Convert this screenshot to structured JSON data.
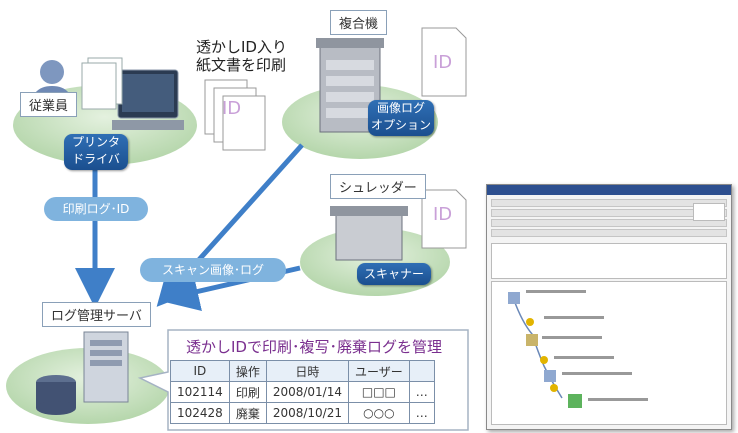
{
  "labels": {
    "multifunction": "複合機",
    "watermark_doc_print": "透かしID入り\n紙文書を印刷",
    "employee": "従業員",
    "printer_driver": "プリンタ\nドライバ",
    "image_log_option": "画像ログ\nオプション",
    "shredder": "シュレッダー",
    "scanner": "スキャナー",
    "print_log_id": "印刷ログ･ID",
    "scan_image_log": "スキャン画像･ログ",
    "log_server": "ログ管理サーバ",
    "id_mark": "ID"
  },
  "callout": {
    "title": "透かしIDで印刷･複写･廃棄ログを管理",
    "headers": [
      "ID",
      "操作",
      "日時",
      "ユーザー"
    ],
    "rows": [
      [
        "102114",
        "印刷",
        "2008/01/14",
        "□□□",
        "…"
      ],
      [
        "102428",
        "廃棄",
        "2008/10/21",
        "○○○",
        "…"
      ]
    ]
  },
  "colors": {
    "ellipse": "#c9e2c2",
    "pill": "#7fb3de",
    "arrow": "#3f7fc8",
    "dark_button": "#1f5a9e",
    "title_text": "#7a2f8f"
  }
}
